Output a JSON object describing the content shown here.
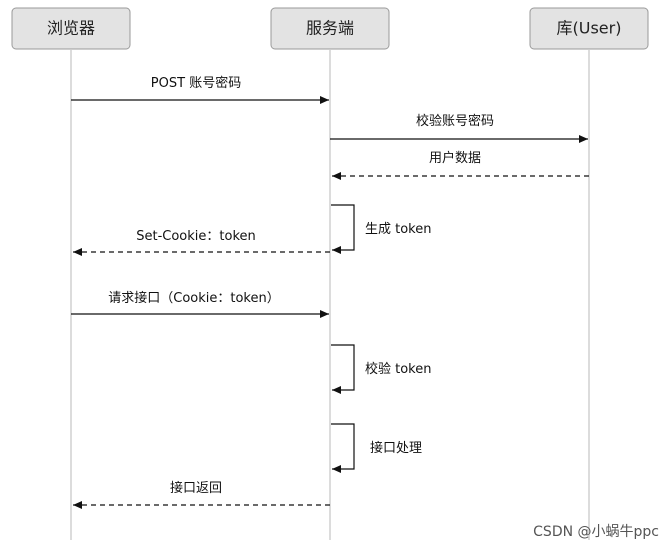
{
  "actors": [
    {
      "label": "浏览器"
    },
    {
      "label": "服务端"
    },
    {
      "label": "库(User)"
    }
  ],
  "messages": [
    {
      "label": "POST 账号密码"
    },
    {
      "label": "校验账号密码"
    },
    {
      "label": "用户数据"
    },
    {
      "label": "生成 token"
    },
    {
      "label": "Set-Cookie：token"
    },
    {
      "label": "请求接口（Cookie：token）"
    },
    {
      "label": "校验 token"
    },
    {
      "label": "接口处理"
    },
    {
      "label": "接口返回"
    }
  ],
  "watermark": "CSDN @小蜗牛ppc"
}
